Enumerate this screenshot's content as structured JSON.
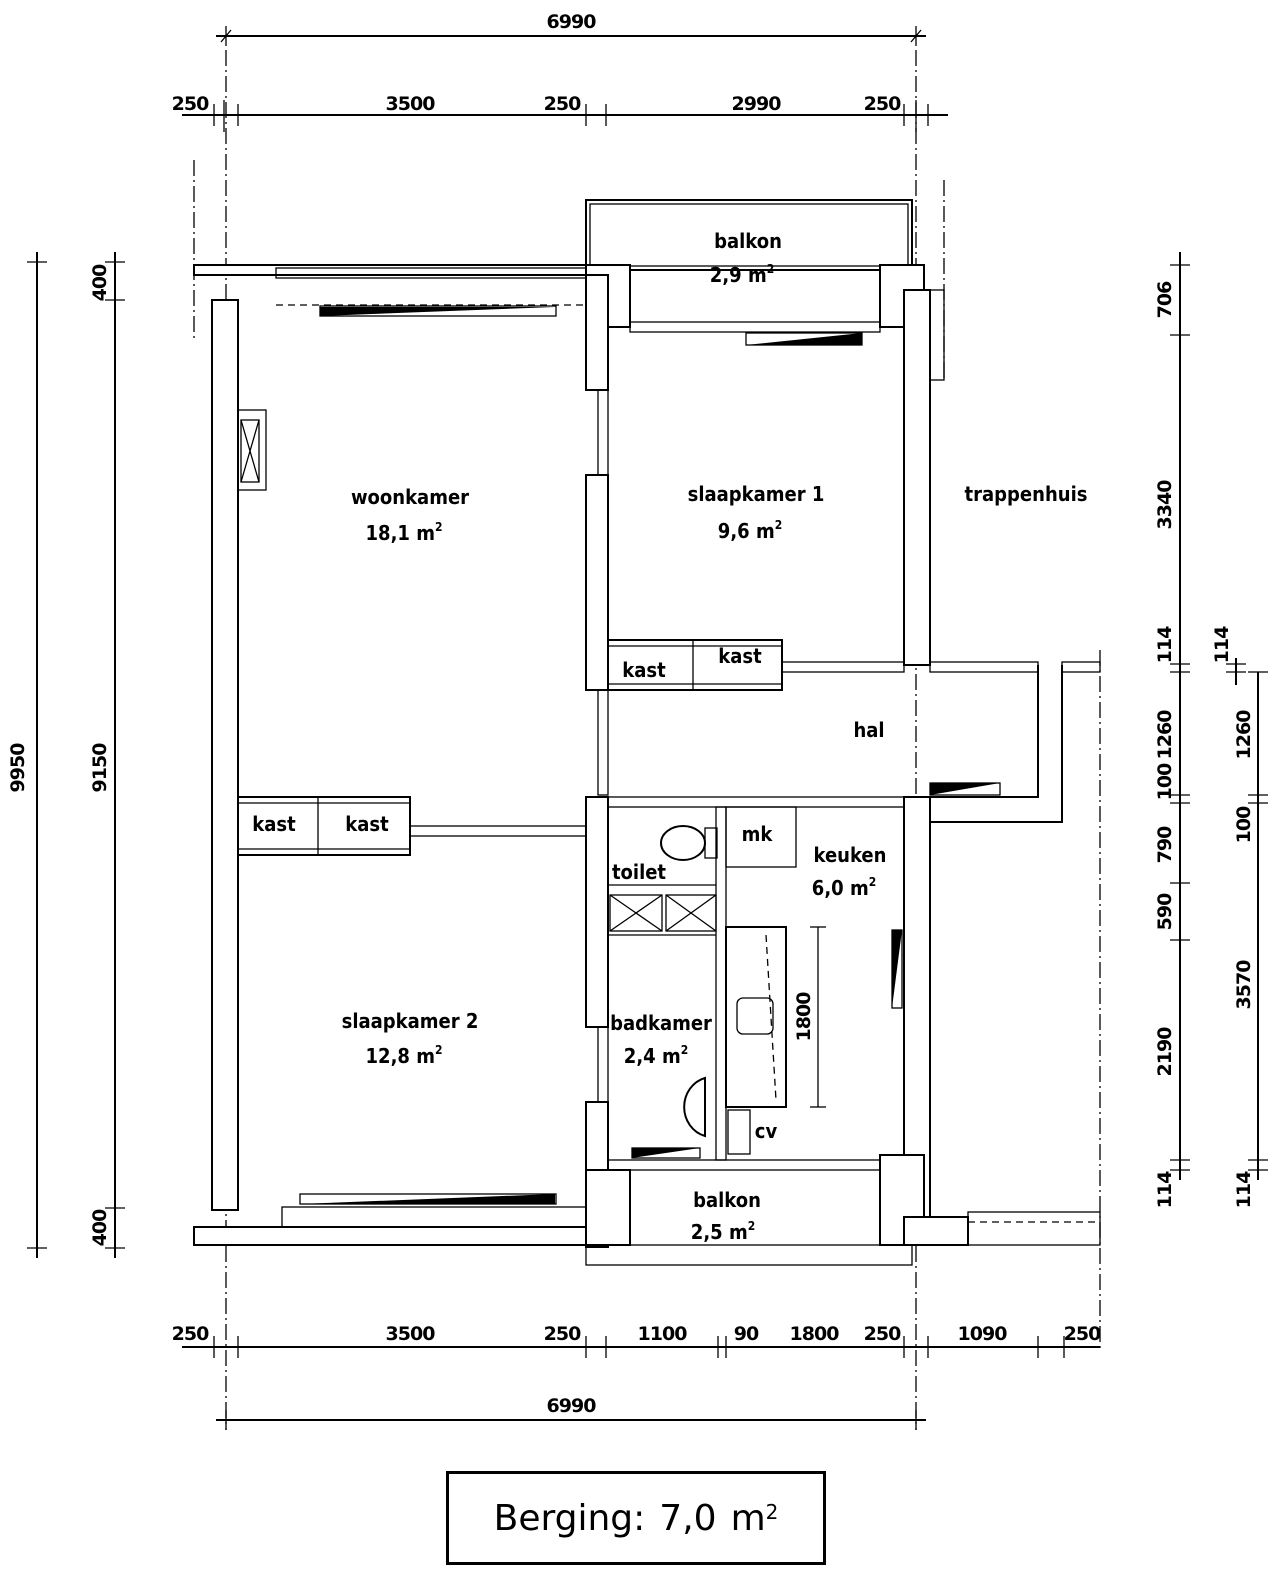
{
  "rooms": {
    "woonkamer": {
      "name": "woonkamer",
      "area": "18,1",
      "unit": "m",
      "exp": "2"
    },
    "slaapkamer1": {
      "name": "slaapkamer 1",
      "area": "9,6",
      "unit": "m",
      "exp": "2"
    },
    "slaapkamer2": {
      "name": "slaapkamer 2",
      "area": "12,8",
      "unit": "m",
      "exp": "2"
    },
    "balkon_top": {
      "name": "balkon",
      "area": "2,9",
      "unit": "m",
      "exp": "2"
    },
    "balkon_bottom": {
      "name": "balkon",
      "area": "2,5",
      "unit": "m",
      "exp": "2"
    },
    "keuken": {
      "name": "keuken",
      "area": "6,0",
      "unit": "m",
      "exp": "2"
    },
    "badkamer": {
      "name": "badkamer",
      "area": "2,4",
      "unit": "m",
      "exp": "2"
    },
    "trappenhuis": {
      "name": "trappenhuis"
    },
    "hal": {
      "name": "hal"
    },
    "toilet": {
      "name": "toilet"
    },
    "mk": {
      "name": "mk"
    },
    "cv": {
      "name": "cv"
    },
    "kast_s1_left": {
      "name": "kast"
    },
    "kast_s1_right": {
      "name": "kast"
    },
    "kast_s2_left": {
      "name": "kast"
    },
    "kast_s2_right": {
      "name": "kast"
    }
  },
  "dimensions": {
    "top_total": "6990",
    "top_chain": [
      "250",
      "3500",
      "250",
      "2990",
      "250"
    ],
    "bottom_chain": [
      "250",
      "3500",
      "250",
      "1100",
      "90",
      "1800",
      "250",
      "1090",
      "250"
    ],
    "bottom_total": "6990",
    "left_total": "9950",
    "left_chain": [
      "400",
      "9150",
      "400"
    ],
    "right_chain_outer": [
      "706",
      "3340",
      "114",
      "1260",
      "100",
      "790",
      "590",
      "2190",
      "114"
    ],
    "right_chain_inner": [
      "114",
      "1260",
      "100",
      "3570",
      "114"
    ],
    "kitchen_counter": "1800"
  },
  "storage": {
    "label": "Berging:",
    "value": "7,0",
    "unit": "m",
    "exp": "2"
  }
}
